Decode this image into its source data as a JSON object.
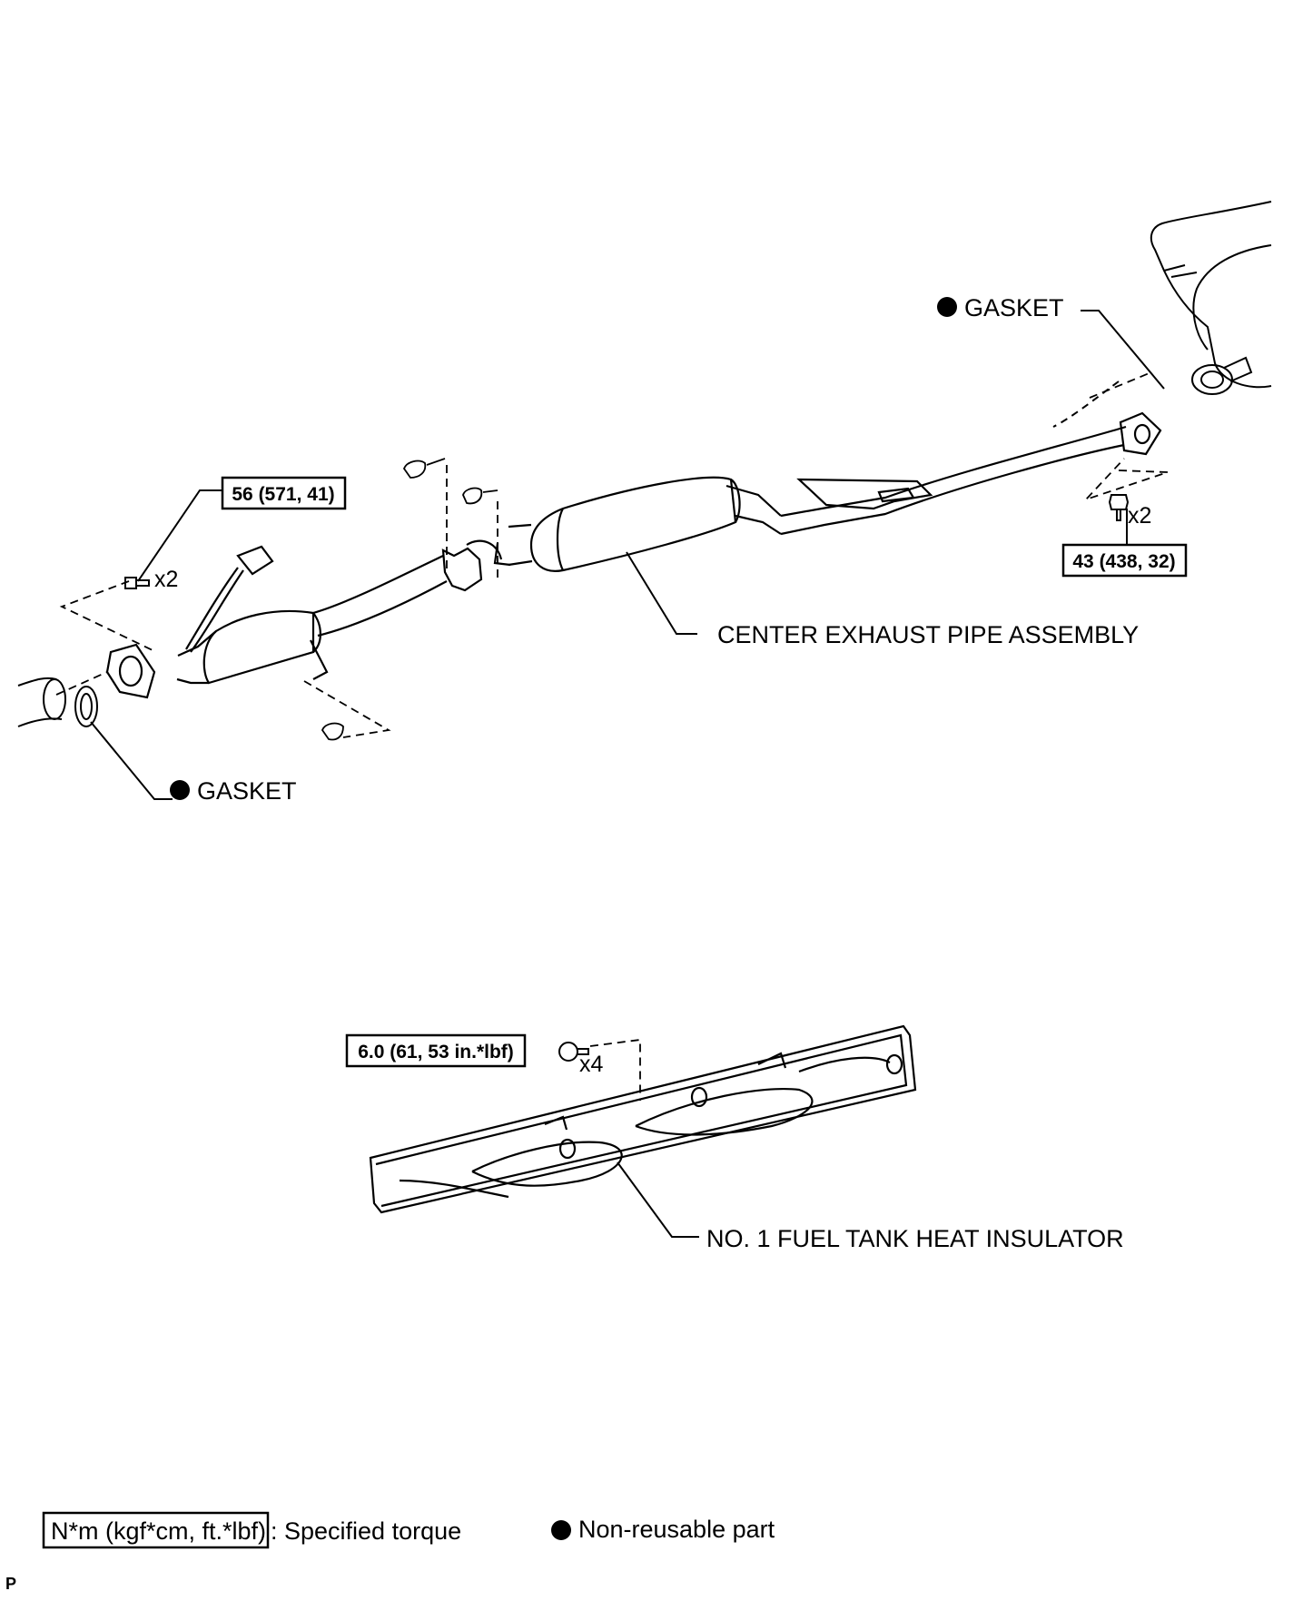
{
  "labels": {
    "gasket_top": "GASKET",
    "gasket_bottom": "GASKET",
    "center_pipe": "CENTER EXHAUST PIPE ASSEMBLY",
    "insulator": "NO. 1 FUEL TANK HEAT INSULATOR"
  },
  "torques": {
    "front_flange": "56 (571, 41)",
    "rear_flange": "43 (438, 32)",
    "insulator": "6.0 (61, 53 in.*lbf)"
  },
  "quantities": {
    "front_bolts": "x2",
    "rear_bolts": "x2",
    "insulator_bolts": "x4"
  },
  "legend": {
    "torque_unit_box": "N*m (kgf*cm, ft.*lbf)",
    "torque_desc": ": Specified torque",
    "nonreusable_desc": "Non-reusable part"
  },
  "corner_mark": "P"
}
